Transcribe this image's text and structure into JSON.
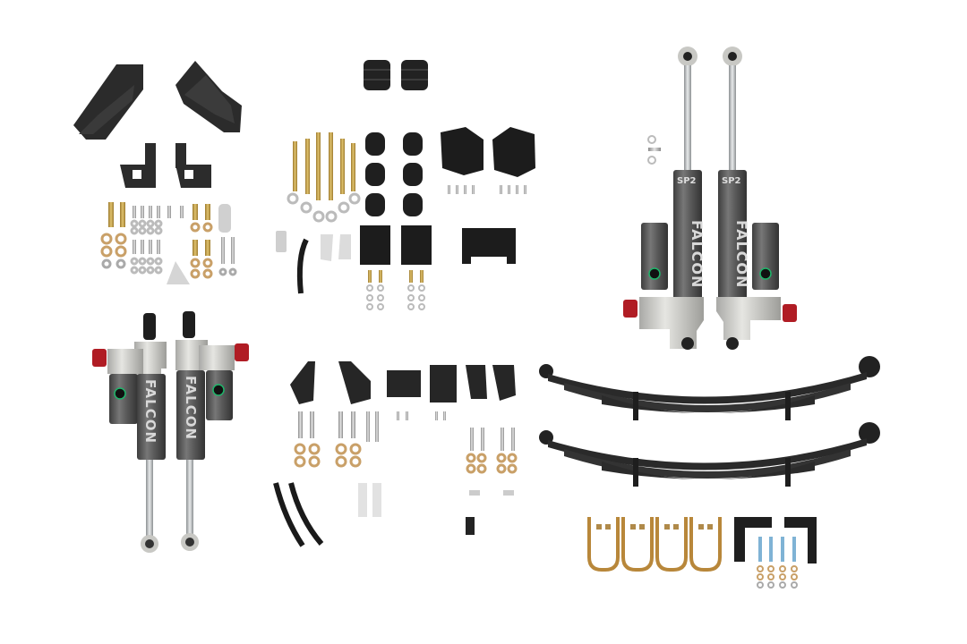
{
  "image": {
    "description": "Suspension lift kit product photo on white background",
    "background": "#ffffff"
  },
  "labels": {
    "brand": "FALCON",
    "model": "SP2"
  },
  "components": [
    {
      "name": "front-frame-brackets",
      "count": 2,
      "color": "#2b2b2b"
    },
    {
      "name": "small-frame-brackets",
      "count": 2,
      "color": "#2b2b2b"
    },
    {
      "name": "hardware-kit-upper-left",
      "color": "#c9a24a"
    },
    {
      "name": "bump-stops",
      "count": 2,
      "color": "#222222"
    },
    {
      "name": "long-bolts",
      "count": 6,
      "color": "#c8a84a"
    },
    {
      "name": "rubber-bushings",
      "count": 6,
      "color": "#1f1f1f"
    },
    {
      "name": "bump-stop-cups",
      "count": 2,
      "color": "#1c1c1c"
    },
    {
      "name": "spacer-blocks",
      "count": 2,
      "color": "#1c1c1c"
    },
    {
      "name": "crossmember-bracket",
      "count": 1,
      "color": "#1c1c1c"
    },
    {
      "name": "rear-shocks-sp2",
      "count": 2,
      "color": "#5a5a5a"
    },
    {
      "name": "front-shocks",
      "count": 2,
      "color": "#5a5a5a"
    },
    {
      "name": "mid-brackets",
      "count": 6,
      "color": "#2b2b2b"
    },
    {
      "name": "brake-lines",
      "count": 2,
      "color": "#1a1a1a"
    },
    {
      "name": "leaf-springs",
      "count": 2,
      "color": "#2a2a2a"
    },
    {
      "name": "u-bolts",
      "count": 4,
      "color": "#b8873a"
    },
    {
      "name": "shackle-brackets",
      "count": 2,
      "color": "#1f1f1f"
    }
  ],
  "colors": {
    "shock_body": "#5b5b5b",
    "shock_silver": "#c8c8c4",
    "shock_rod": "#bfc2c4",
    "adjuster_red": "#b01c24",
    "logo_green": "#1fb56a",
    "black_part": "#232323",
    "brass": "#c9a44c",
    "zinc": "#c7c7c7"
  }
}
